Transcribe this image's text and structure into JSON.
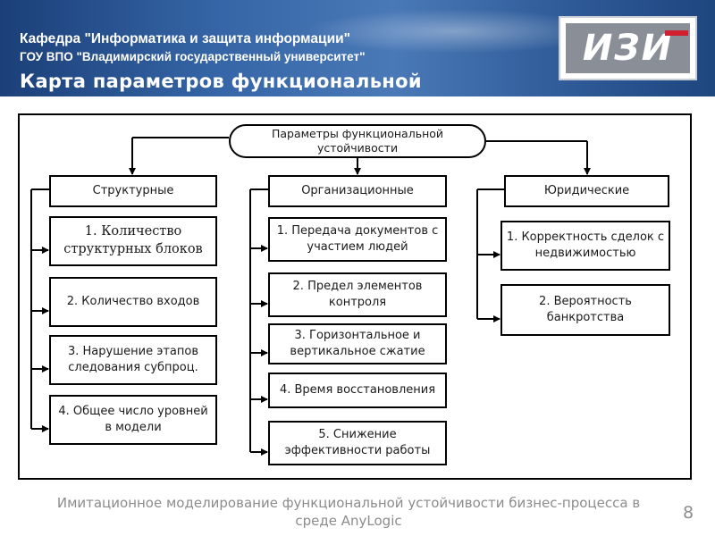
{
  "header": {
    "line1": "Кафедра \"Информатика и защита информации\"",
    "line2": "ГОУ ВПО \"Владимирский государственный университет\"",
    "title": "Карта параметров функциональной",
    "logo_text": "ИЗИ"
  },
  "diagram": {
    "root": "Параметры функциональной устойчивости",
    "categories": [
      {
        "label": "Структурные",
        "items": [
          "1. Количество структурных блоков",
          "2. Количество входов",
          "3. Нарушение этапов следования субпроц.",
          "4. Общее число уровней в модели"
        ]
      },
      {
        "label": "Организационные",
        "items": [
          "1. Передача документов с участием людей",
          "2. Предел элементов контроля",
          "3. Горизонтальное и вертикальное сжатие",
          "4. Время восстановления",
          "5. Снижение эффективности работы"
        ]
      },
      {
        "label": "Юридические",
        "items": [
          "1. Корректность сделок с недвижимостью",
          "2. Вероятность банкротства"
        ]
      }
    ]
  },
  "footer": {
    "text": "Имитационное моделирование функциональной устойчивости бизнес-процесса в среде AnyLogic",
    "page_number": "8"
  }
}
